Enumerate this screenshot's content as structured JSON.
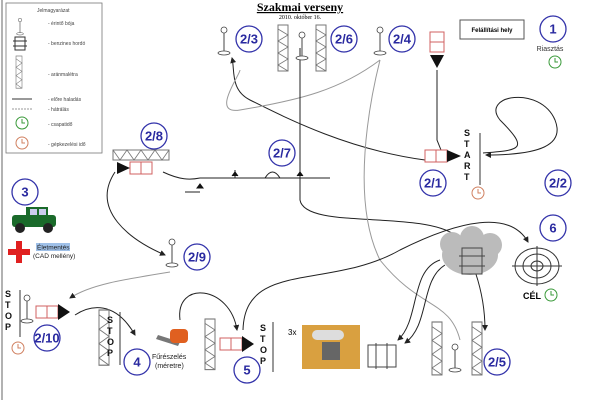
{
  "title": "Szakmai verseny",
  "date": "2010. október 16.",
  "legend": {
    "heading": "Jelmagyarázat",
    "items": [
      "- érintő bója",
      "- benzines hordó",
      "- aránmalétra",
      "- előre haladás",
      "- hátrálás",
      "- csapatidő",
      "- gépkezelési idő"
    ]
  },
  "stations": {
    "s1": "1",
    "s2_1": "2/1",
    "s2_2": "2/2",
    "s2_3": "2/3",
    "s2_4": "2/4",
    "s2_5": "2/5",
    "s2_6": "2/6",
    "s2_7": "2/7",
    "s2_8": "2/8",
    "s2_9": "2/9",
    "s2_10": "2/10",
    "s3": "3",
    "s4": "4",
    "s5": "5",
    "s6": "6"
  },
  "labels": {
    "setup": "Felállítási hely",
    "alarm": "Riasztás",
    "start": [
      "S",
      "T",
      "A",
      "R",
      "T"
    ],
    "stop": [
      "S",
      "T",
      "O",
      "P"
    ],
    "rescue": "Életmentés",
    "rescue_sub": "(CAD mellény)",
    "sawing": "Fűrészelés",
    "sawing_sub": "(méretre)",
    "times": "3x",
    "goal": "CÉL"
  },
  "colors": {
    "station": "#2a2aa0",
    "red": "#e02020",
    "clock_green": "#3a9a3a",
    "clock_red": "#d08060"
  }
}
